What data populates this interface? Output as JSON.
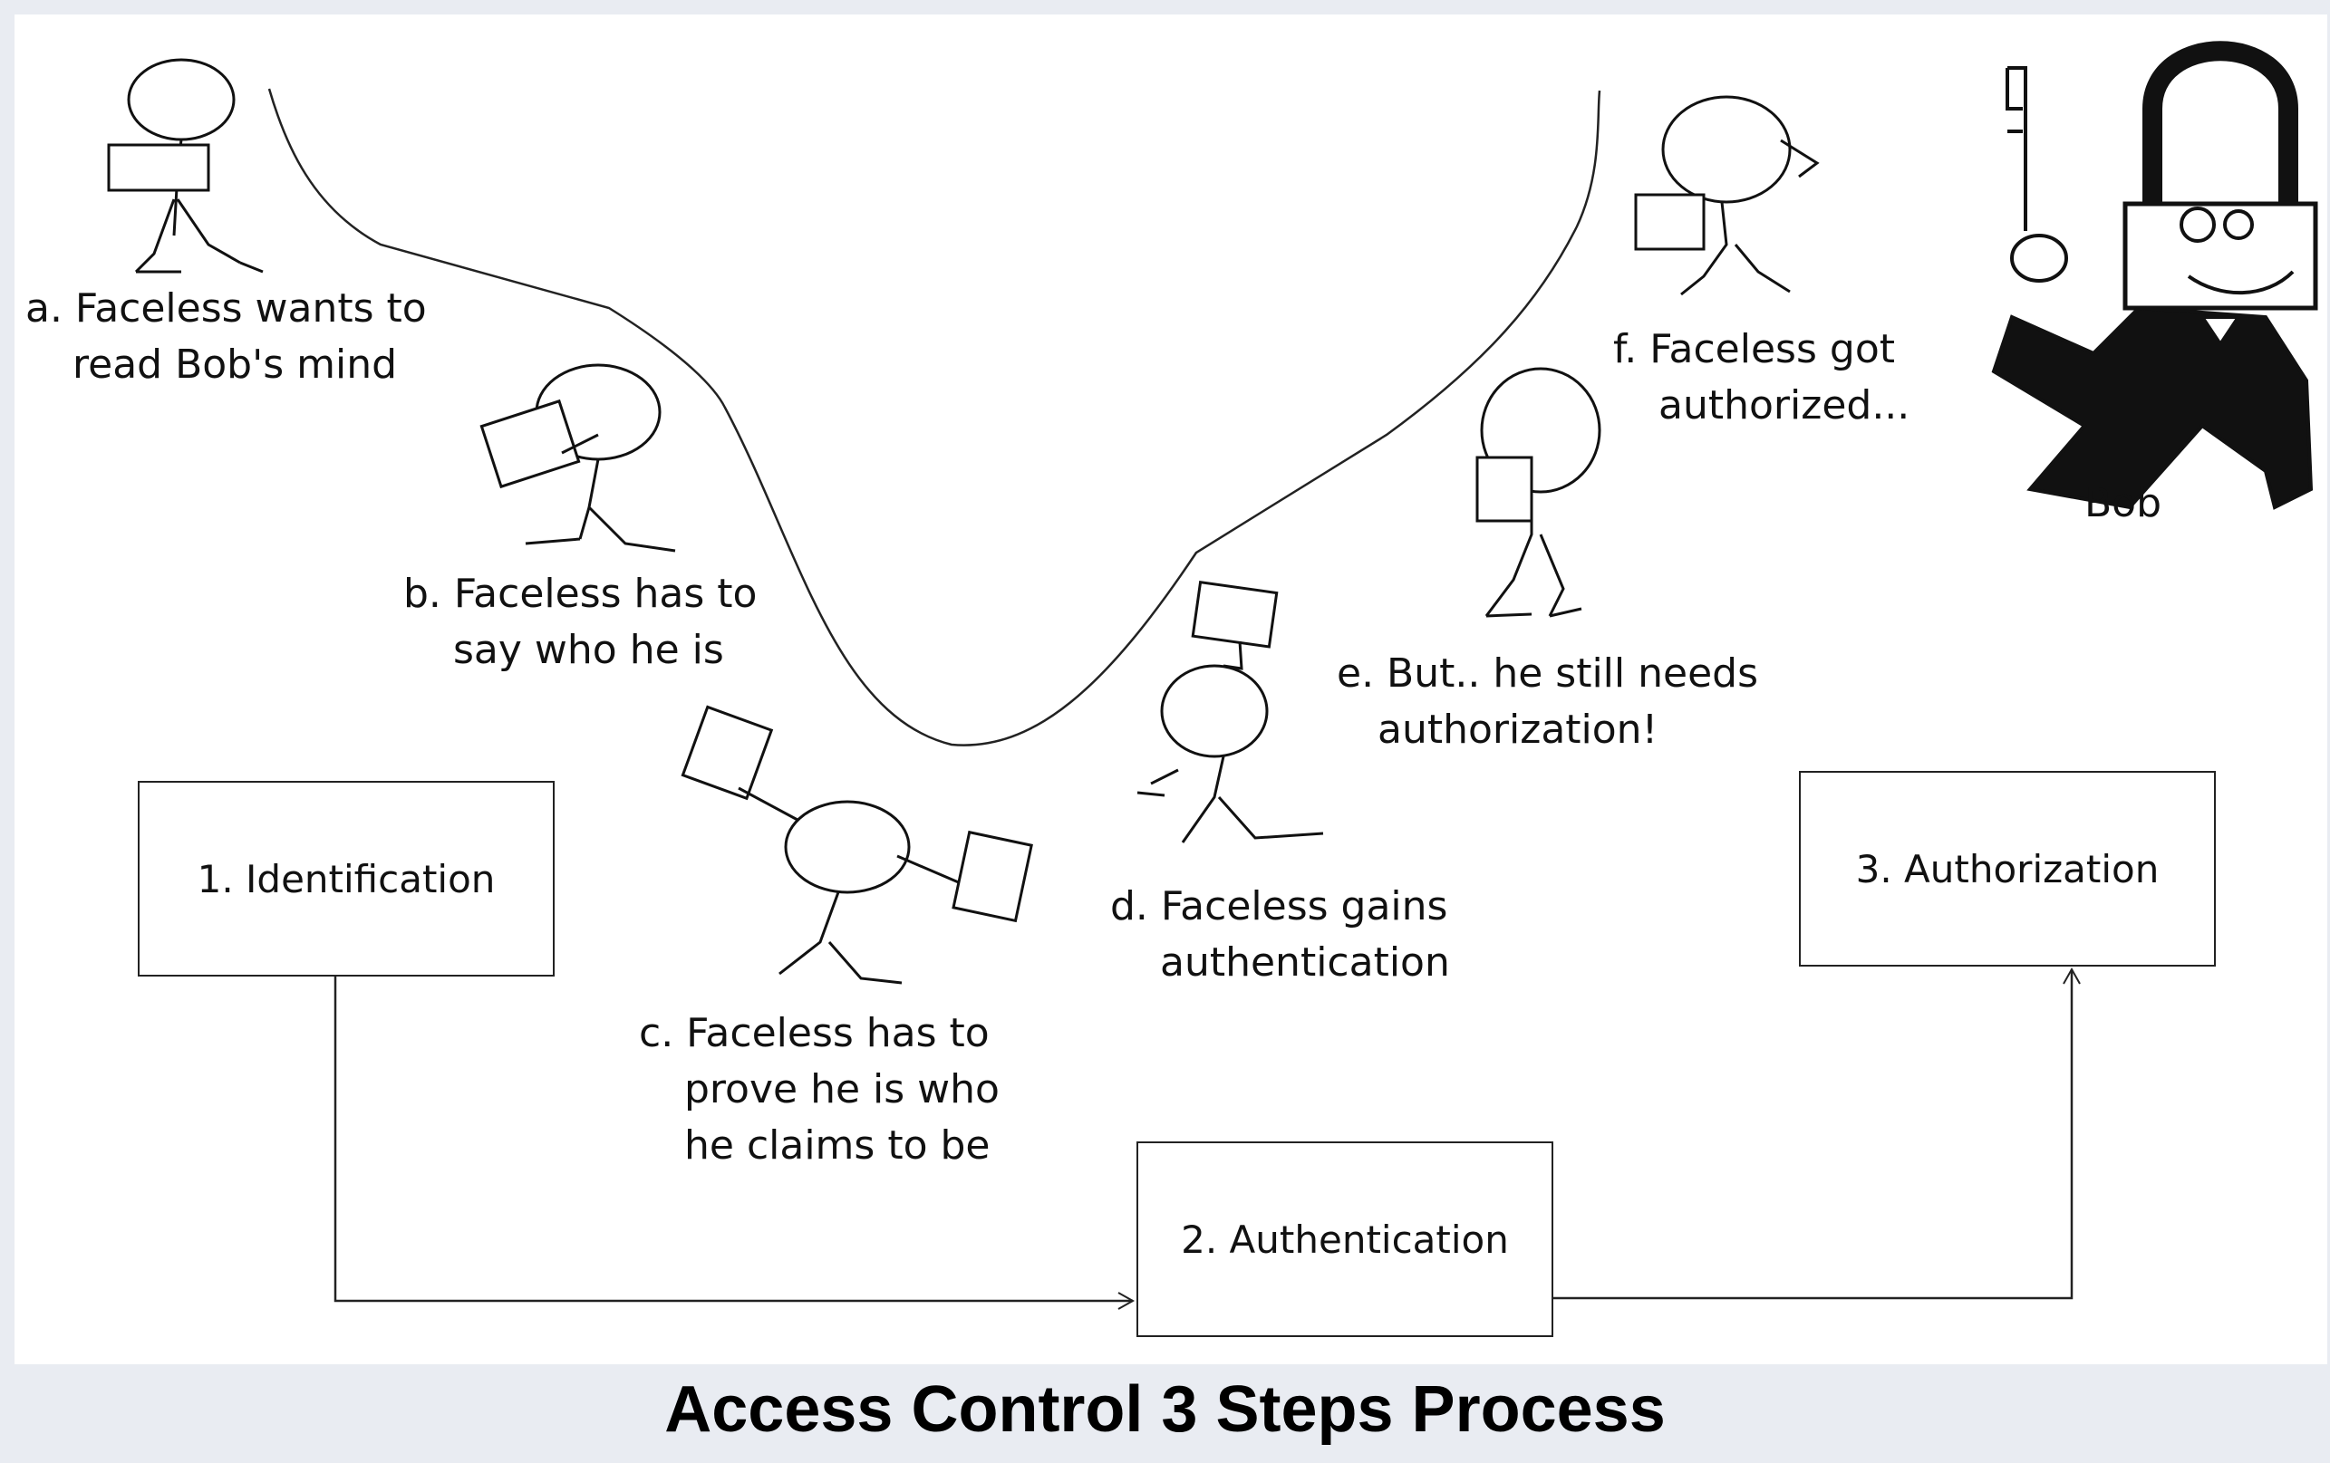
{
  "title": "Access Control 3 Steps Process",
  "steps": [
    {
      "label": "1. Identification"
    },
    {
      "label": "2. Authentication"
    },
    {
      "label": "3. Authorization"
    }
  ],
  "captions": [
    {
      "id": "a",
      "lines": [
        "a. Faceless wants to",
        "read Bob's mind"
      ]
    },
    {
      "id": "b",
      "lines": [
        "b. Faceless has to",
        "say who he is"
      ]
    },
    {
      "id": "c",
      "lines": [
        "c. Faceless has to",
        "prove he is who",
        "he claims to be"
      ]
    },
    {
      "id": "d",
      "lines": [
        "d. Faceless gains",
        "authentication"
      ]
    },
    {
      "id": "e",
      "lines": [
        "e. But.. he still needs",
        "authorization!"
      ]
    },
    {
      "id": "f",
      "lines": [
        "f. Faceless got",
        "authorized..."
      ]
    }
  ],
  "character_label": "Bob",
  "colors": {
    "background": "#e9ecf2",
    "canvas": "#ffffff",
    "ink": "#111111"
  }
}
